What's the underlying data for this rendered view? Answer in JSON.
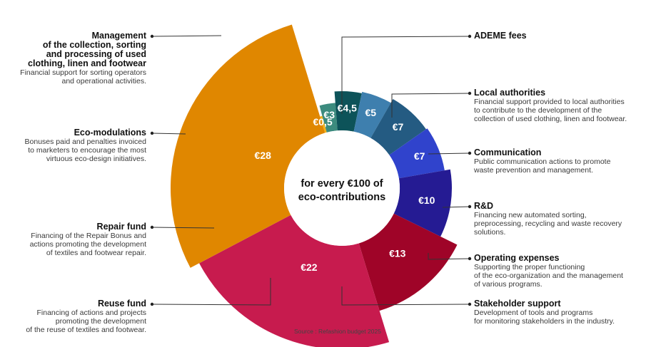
{
  "chart_data": {
    "type": "pie",
    "center_text": [
      "for every €100 of",
      "eco-contributions"
    ],
    "source": "Source : Refashion budget 2025",
    "slices": [
      {
        "value_label": "€0,5",
        "value": 0.5,
        "color": "#f4b11a",
        "title": "ADEME fees",
        "description": ""
      },
      {
        "value_label": "€3",
        "value": 3,
        "color": "#3c8b7e",
        "title": "Local authorities",
        "description": "Financial support provided to local authorities\nto contribute to the development of the\ncollection of used clothing, linen and footwear."
      },
      {
        "value_label": "€4,5",
        "value": 4.5,
        "color": "#0d5359",
        "title": "Communication",
        "description": "Public communication actions to promote\nwaste prevention and management."
      },
      {
        "value_label": "€5",
        "value": 5,
        "color": "#3e7fae",
        "title": "R&D",
        "description": "Financing new automated sorting,\npreprocessing, recycling and waste recovery\nsolutions."
      },
      {
        "value_label": "€7",
        "value": 7,
        "color": "#245b82",
        "title": "Operating expenses",
        "description": "Supporting the proper functioning\nof the eco-organization and the management\nof various programs."
      },
      {
        "value_label": "€7",
        "value": 7,
        "color": "#3043cc",
        "title": "Stakeholder support",
        "description": "Development of tools and programs\nfor monitoring stakeholders in the industry."
      },
      {
        "value_label": "€10",
        "value": 10,
        "color": "#251b93",
        "title": "Reuse fund",
        "description": "Financing of actions and projects\npromoting the development\nof the reuse of textiles and footwear."
      },
      {
        "value_label": "€13",
        "value": 13,
        "color": "#9f0428",
        "title": "Repair fund",
        "description": "Financing of the Repair Bonus and\nactions promoting the development\nof textiles and footwear repair."
      },
      {
        "value_label": "€22",
        "value": 22,
        "color": "#c71b4e",
        "title": "Eco-modulations",
        "description": "Bonuses paid and penalties invoiced\nto marketers to encourage the most\nvirtuous eco-design initiatives."
      },
      {
        "value_label": "€28",
        "value": 28,
        "color": "#e08700",
        "title": "Management\nof the collection, sorting\nand processing of used\nclothing, linen and footwear",
        "description": "Financial support for sorting operators\nand operational activities."
      }
    ]
  }
}
